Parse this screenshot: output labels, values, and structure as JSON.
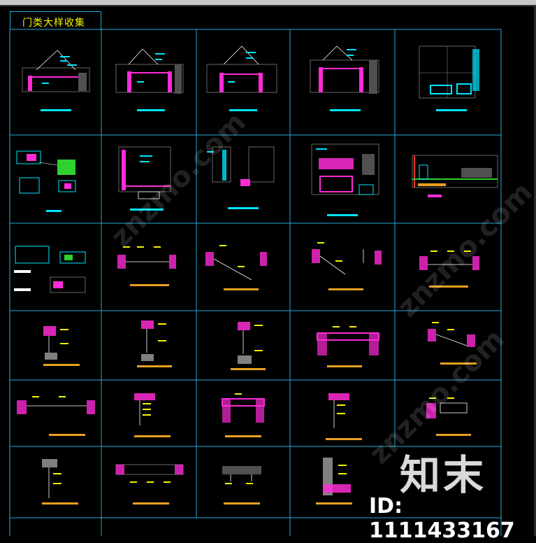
{
  "sheet": {
    "title": "门类大样收集"
  },
  "watermark": {
    "logo": "知末",
    "id": "ID: 1111433167",
    "faint": "znzmo.com"
  },
  "colors": {
    "grid": "#2aa9d8",
    "title": "#f4f400",
    "cyan": "#00e5ff",
    "magenta": "#ff2bd6",
    "yellow": "#f4f400",
    "white": "#ffffff",
    "green": "#30d030",
    "orange": "#e8a020",
    "red": "#ff3030"
  }
}
